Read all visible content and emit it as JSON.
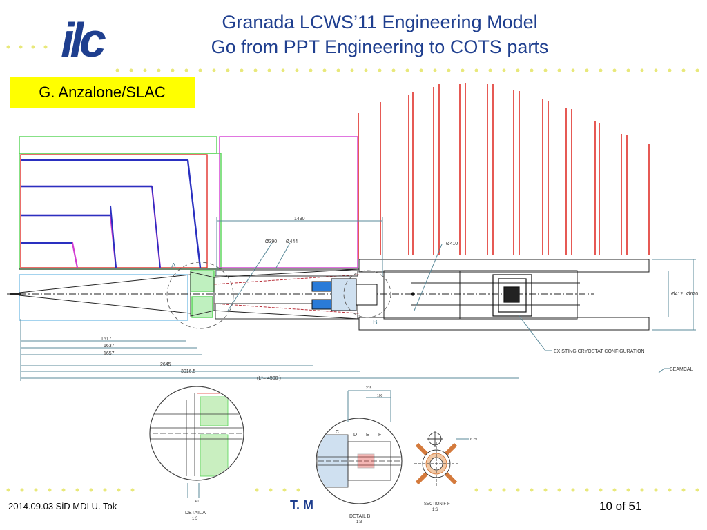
{
  "slide": {
    "title_line1": "Granada LCWS’11 Engineering Model",
    "title_line2": "Go from PPT Engineering to COTS parts",
    "author": "G. Anzalone/SLAC",
    "logo_text": "ilc",
    "footer_left": "2014.09.03 SiD MDI U. Tok",
    "footer_center": "T. M",
    "footer_right": "10 of 51"
  },
  "colors": {
    "title": "#1f3f8f",
    "dots": "#e8e87a",
    "highlight": "#ffff00",
    "drawing_red": "#e0302a",
    "drawing_magenta": "#d23cd2",
    "drawing_green": "#54d454",
    "drawing_blue": "#2a7bd8",
    "dimension": "#5a8a9a"
  },
  "drawing": {
    "dim_1490": "1490",
    "dim_390": "Ø390",
    "dim_444": "Ø444",
    "dim_410": "Ø410",
    "dim_412": "Ø412",
    "dim_620": "Ø620",
    "dim_1517": "1517",
    "dim_1637": "1637",
    "dim_1657": "1657",
    "dim_2645": "2645",
    "dim_3016": "3016.5",
    "dim_lstar": "(L*= 4500 )",
    "label_a": "A",
    "label_b": "B",
    "cryostat_note": "EXISTING CRYOSTAT CONFIGURATION",
    "beamcal_note": "BEAMCAL",
    "detail_a_title": "DETAIL A",
    "detail_a_scale": "1:3",
    "detail_b_title": "DETAIL B",
    "detail_b_scale": "1:3",
    "section_title": "SECTION F-F",
    "section_scale": "1:6",
    "detail_b_dim1": "215",
    "detail_b_dim2": "100",
    "label_c": "C",
    "label_d": "D",
    "label_e": "E",
    "label_f": "F",
    "detail_a_dim": "40",
    "section_dim": "6.29"
  }
}
